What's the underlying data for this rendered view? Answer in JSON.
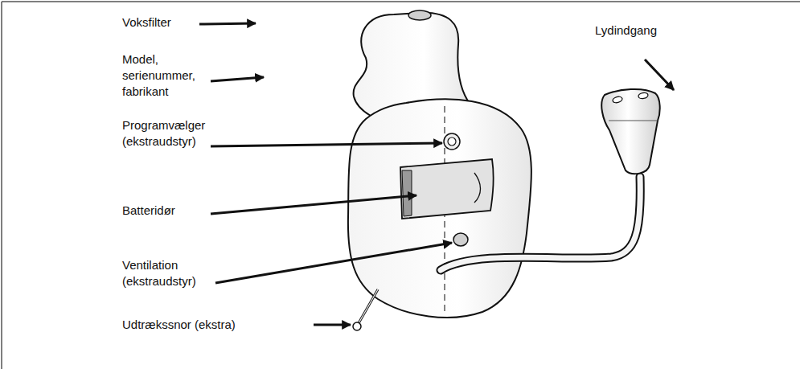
{
  "diagram": {
    "labels": [
      "Voksfilter",
      "Model, serienummer, fabrikant",
      "Programvælger (ekstraudstyr)",
      "Batteridør",
      "Ventilation (ekstraudstyr)",
      "Udtrækssnor (ekstra)",
      "Lydindgang"
    ]
  }
}
